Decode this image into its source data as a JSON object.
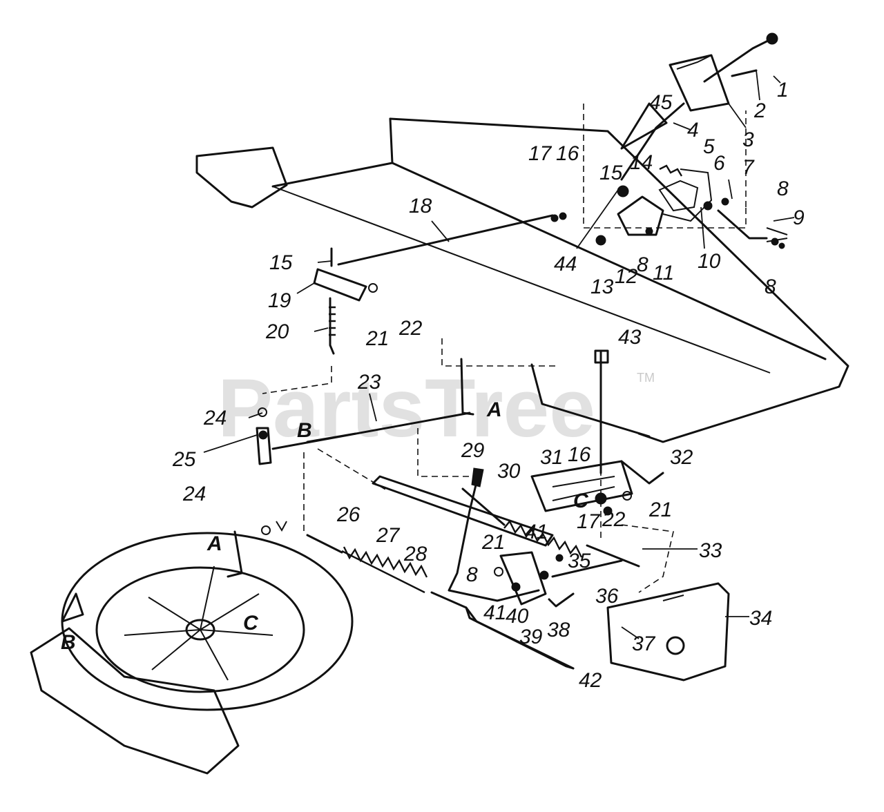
{
  "watermark": {
    "text": "PartsTree",
    "tm": "TM"
  },
  "callouts": {
    "n1": "1",
    "n2": "2",
    "n3": "3",
    "n4": "4",
    "n5": "5",
    "n6": "6",
    "n7": "7",
    "n8a": "8",
    "n8b": "8",
    "n8c": "8",
    "n8d": "8",
    "n9": "9",
    "n10": "10",
    "n11": "11",
    "n12": "12",
    "n13": "13",
    "n14": "14",
    "n15a": "15",
    "n15b": "15",
    "n16a": "16",
    "n16b": "16",
    "n17a": "17",
    "n17b": "17",
    "n18": "18",
    "n19": "19",
    "n20": "20",
    "n21a": "21",
    "n21b": "21",
    "n21c": "21",
    "n22a": "22",
    "n22b": "22",
    "n23": "23",
    "n24a": "24",
    "n24b": "24",
    "n25": "25",
    "n26": "26",
    "n27": "27",
    "n28": "28",
    "n29": "29",
    "n30": "30",
    "n31": "31",
    "n32": "32",
    "n33": "33",
    "n34": "34",
    "n35": "35",
    "n36": "36",
    "n37": "37",
    "n38": "38",
    "n39": "39",
    "n40": "40",
    "n41a": "41",
    "n41b": "41",
    "n42": "42",
    "n43": "43",
    "n44": "44",
    "n45": "45"
  },
  "letters": {
    "A1": "A",
    "A2": "A",
    "B1": "B",
    "B2": "B",
    "C1": "C",
    "C2": "C"
  }
}
